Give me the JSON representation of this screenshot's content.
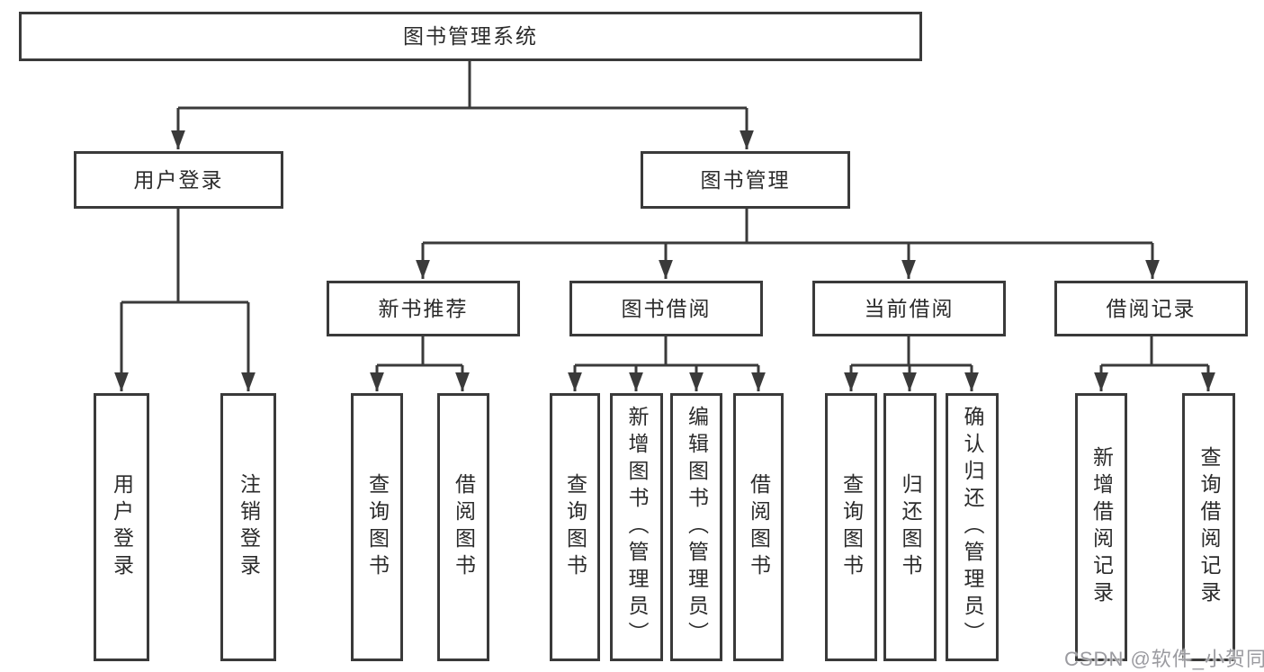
{
  "tree": {
    "root": {
      "label": "图书管理系统"
    },
    "level2": [
      {
        "label": "用户登录"
      },
      {
        "label": "图书管理"
      }
    ],
    "level3": [
      {
        "label": "新书推荐"
      },
      {
        "label": "图书借阅"
      },
      {
        "label": "当前借阅"
      },
      {
        "label": "借阅记录"
      }
    ],
    "leafGroups": {
      "userLogin": [
        {
          "label": "用户登录"
        },
        {
          "label": "注销登录"
        }
      ],
      "newBookRecommend": [
        {
          "label": "查询图书"
        },
        {
          "label": "借阅图书"
        }
      ],
      "bookBorrow": [
        {
          "label": "查询图书"
        },
        {
          "label": "新增图书（管理员）"
        },
        {
          "label": "编辑图书（管理员）"
        },
        {
          "label": "借阅图书"
        }
      ],
      "currentBorrow": [
        {
          "label": "查询图书"
        },
        {
          "label": "归还图书"
        },
        {
          "label": "确认归还（管理员）"
        }
      ],
      "borrowRecords": [
        {
          "label": "新增借阅记录"
        },
        {
          "label": "查询借阅记录"
        }
      ]
    }
  },
  "watermark": {
    "text": "CSDN @软件_小贺同学",
    "color": "#9b9ba0"
  },
  "colors": {
    "line": "#3a3a3a",
    "text": "#2b2b2b",
    "background": "#ffffff"
  }
}
